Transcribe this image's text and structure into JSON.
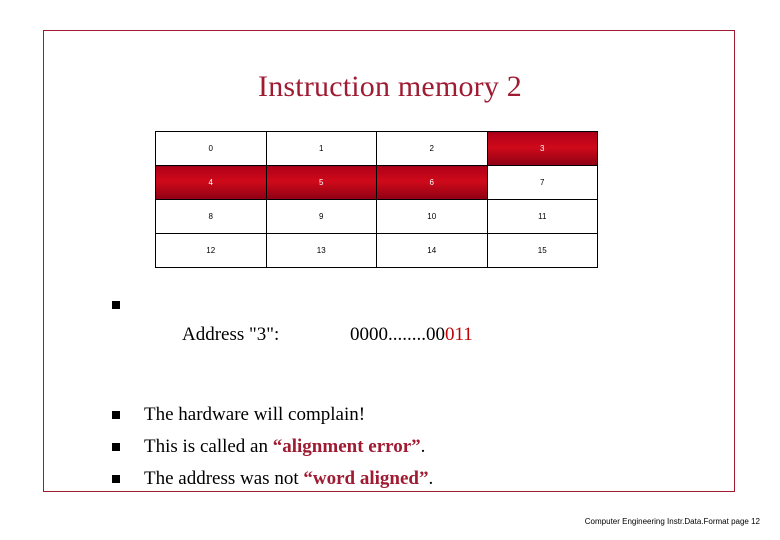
{
  "slide": {
    "title": "Instruction memory 2",
    "footer": "Computer Engineering Instr.Data.Format page 12"
  },
  "memory_grid": {
    "cells": [
      {
        "label": "0",
        "highlight": false
      },
      {
        "label": "1",
        "highlight": false
      },
      {
        "label": "2",
        "highlight": false
      },
      {
        "label": "3",
        "highlight": true
      },
      {
        "label": "4",
        "highlight": true
      },
      {
        "label": "5",
        "highlight": true
      },
      {
        "label": "6",
        "highlight": true
      },
      {
        "label": "7",
        "highlight": false
      },
      {
        "label": "8",
        "highlight": false
      },
      {
        "label": "9",
        "highlight": false
      },
      {
        "label": "10",
        "highlight": false
      },
      {
        "label": "11",
        "highlight": false
      },
      {
        "label": "12",
        "highlight": false
      },
      {
        "label": "13",
        "highlight": false
      },
      {
        "label": "14",
        "highlight": false
      },
      {
        "label": "15",
        "highlight": false
      }
    ],
    "highlight_color": "#c00000"
  },
  "bullets": {
    "address_label": "Address \"3\":",
    "address_prefix": "0000........00",
    "address_suffix": "011",
    "line1": "The hardware will complain!",
    "line2_pre": "This is called an ",
    "line2_emph": "“alignment error”",
    "line2_post": ".",
    "line3_pre": "The address was not ",
    "line3_emph": "“word aligned”",
    "line3_post": ".",
    "accent_color": "#9e1b32"
  }
}
